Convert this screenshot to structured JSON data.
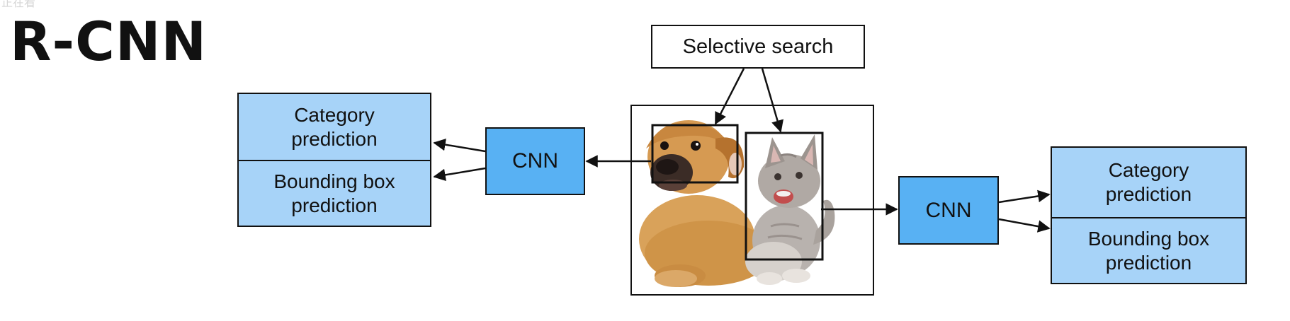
{
  "watermark": "正在看",
  "title": "R-CNN",
  "selective_search": {
    "label": "Selective search"
  },
  "cnn_left": {
    "label": "CNN"
  },
  "cnn_right": {
    "label": "CNN"
  },
  "predictions_left": {
    "category": "Category prediction",
    "bbox": "Bounding box prediction"
  },
  "predictions_right": {
    "category": "Category prediction",
    "bbox": "Bounding box prediction"
  },
  "colors": {
    "prediction_fill": "#a7d3f8",
    "cnn_fill": "#58b1f3",
    "stroke": "#111111"
  }
}
